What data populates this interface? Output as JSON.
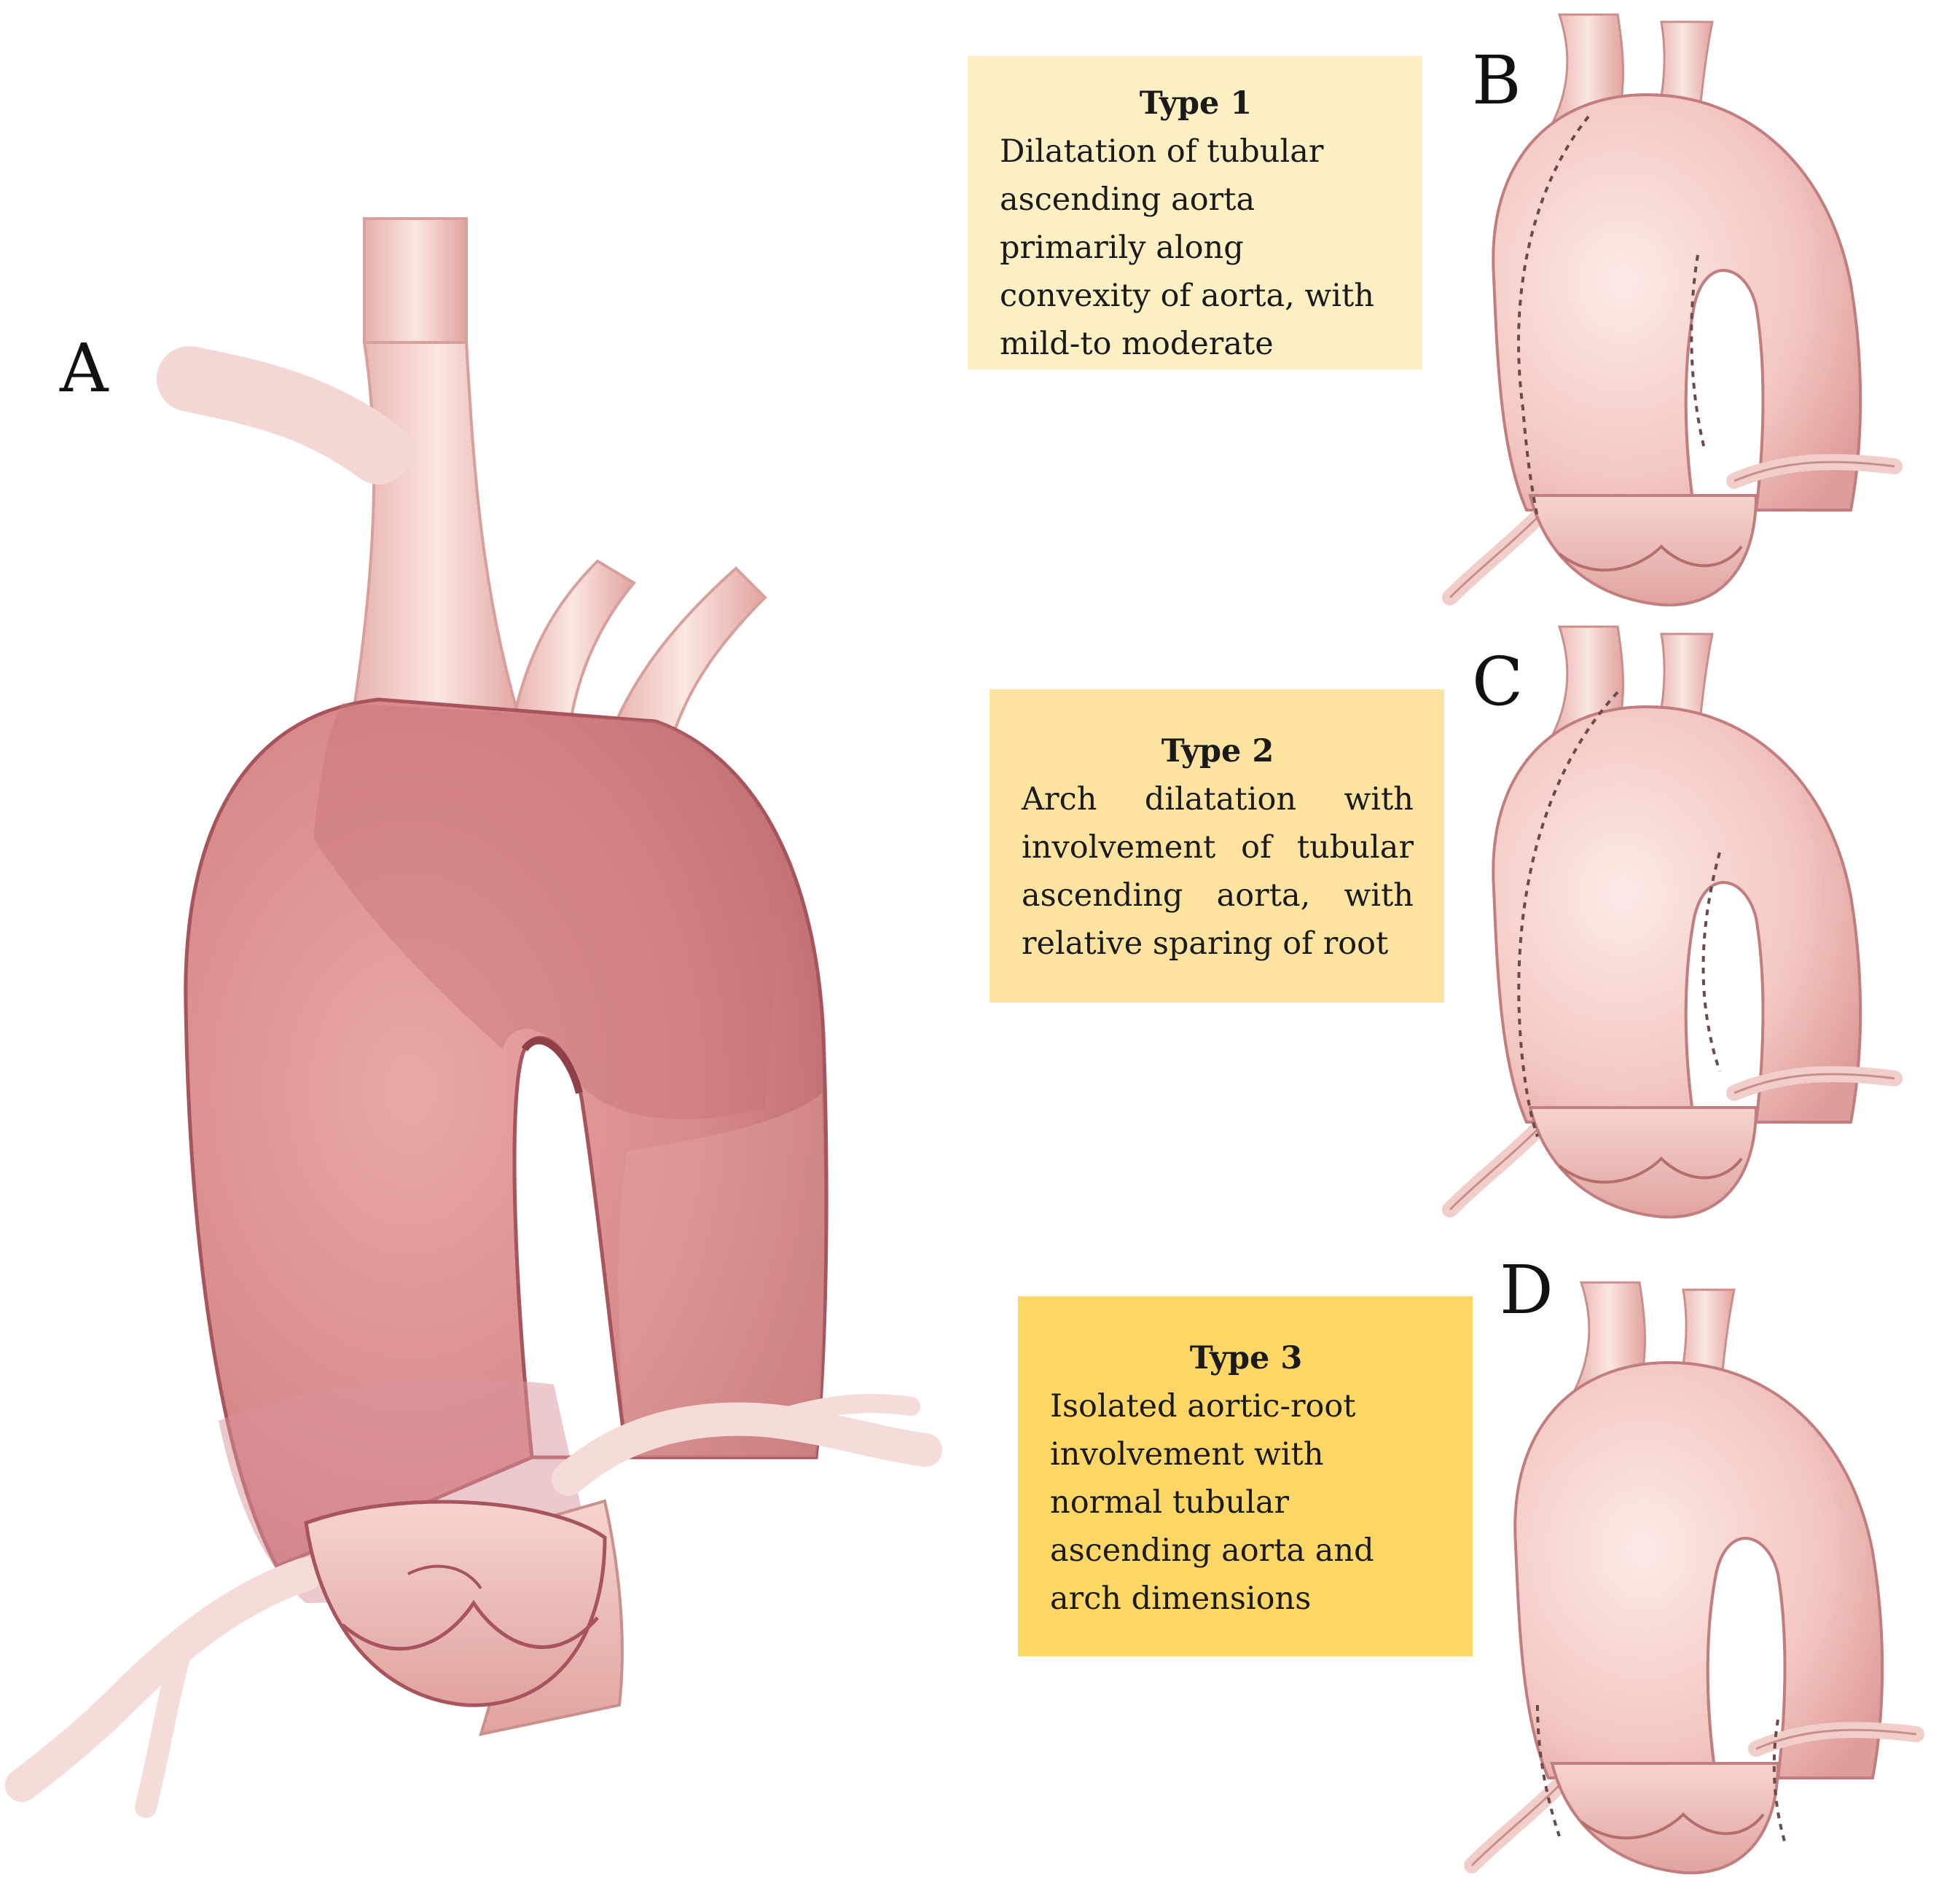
{
  "panels": {
    "A": {
      "letter": "A"
    },
    "B": {
      "letter": "B",
      "title": "Type 1",
      "text": "Dilatation of tubular ascending aorta primarily along convexity of aorta, with mild-to moderate",
      "box_color": "#FDEFC4"
    },
    "C": {
      "letter": "C",
      "title": "Type 2",
      "text": "Arch dilatation with involvement of tubular ascending aorta, with relative sparing of root",
      "box_color": "#FDE3A0"
    },
    "D": {
      "letter": "D",
      "title": "Type 3",
      "text": "Isolated aortic-root involvement with normal tubular ascending aorta and arch dimensions",
      "box_color": "#FCD766"
    }
  },
  "colors": {
    "aorta_main": "#D8898A",
    "aorta_highlight": "#F4C2C0",
    "aorta_light": "#F7D7D3",
    "aorta_shadow": "#B0575D",
    "vessel": "#F2C9C4",
    "outline": "#8C3B40",
    "dotted": "#6A4A4A"
  }
}
